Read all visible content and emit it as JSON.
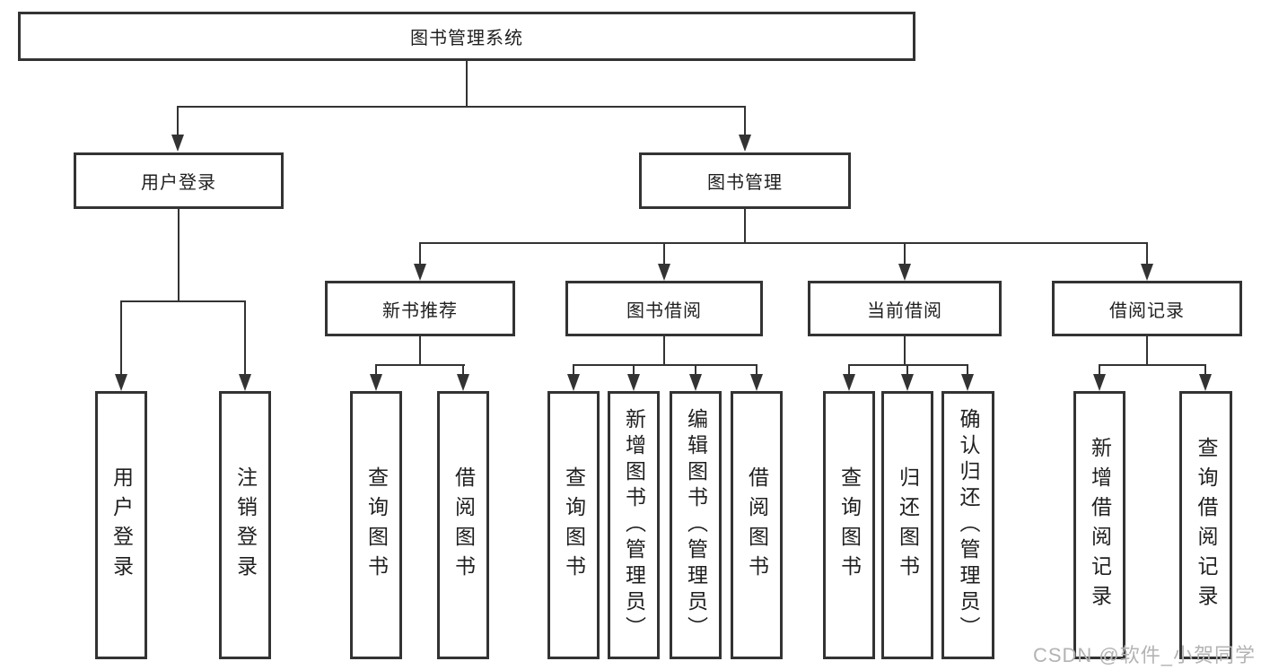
{
  "colors": {
    "line": "#333333",
    "text": "#1f1f1f",
    "watermark": "#b3b3b3",
    "background": "#ffffff"
  },
  "watermark": {
    "text": "CSDN @软件_小贺同学"
  },
  "tree": {
    "root": {
      "label": "图书管理系统"
    },
    "branches": [
      {
        "label": "用户登录",
        "children": [
          {
            "label": "用户登录"
          },
          {
            "label": "注销登录"
          }
        ]
      },
      {
        "label": "图书管理",
        "children": [
          {
            "label": "新书推荐",
            "children": [
              {
                "label": "查询图书"
              },
              {
                "label": "借阅图书"
              }
            ]
          },
          {
            "label": "图书借阅",
            "children": [
              {
                "label": "查询图书"
              },
              {
                "label": "新增图书（管理员）"
              },
              {
                "label": "编辑图书（管理员）"
              },
              {
                "label": "借阅图书"
              }
            ]
          },
          {
            "label": "当前借阅",
            "children": [
              {
                "label": "查询图书"
              },
              {
                "label": "归还图书"
              },
              {
                "label": "确认归还（管理员）"
              }
            ]
          },
          {
            "label": "借阅记录",
            "children": [
              {
                "label": "新增借阅记录"
              },
              {
                "label": "查询借阅记录"
              }
            ]
          }
        ]
      }
    ]
  }
}
